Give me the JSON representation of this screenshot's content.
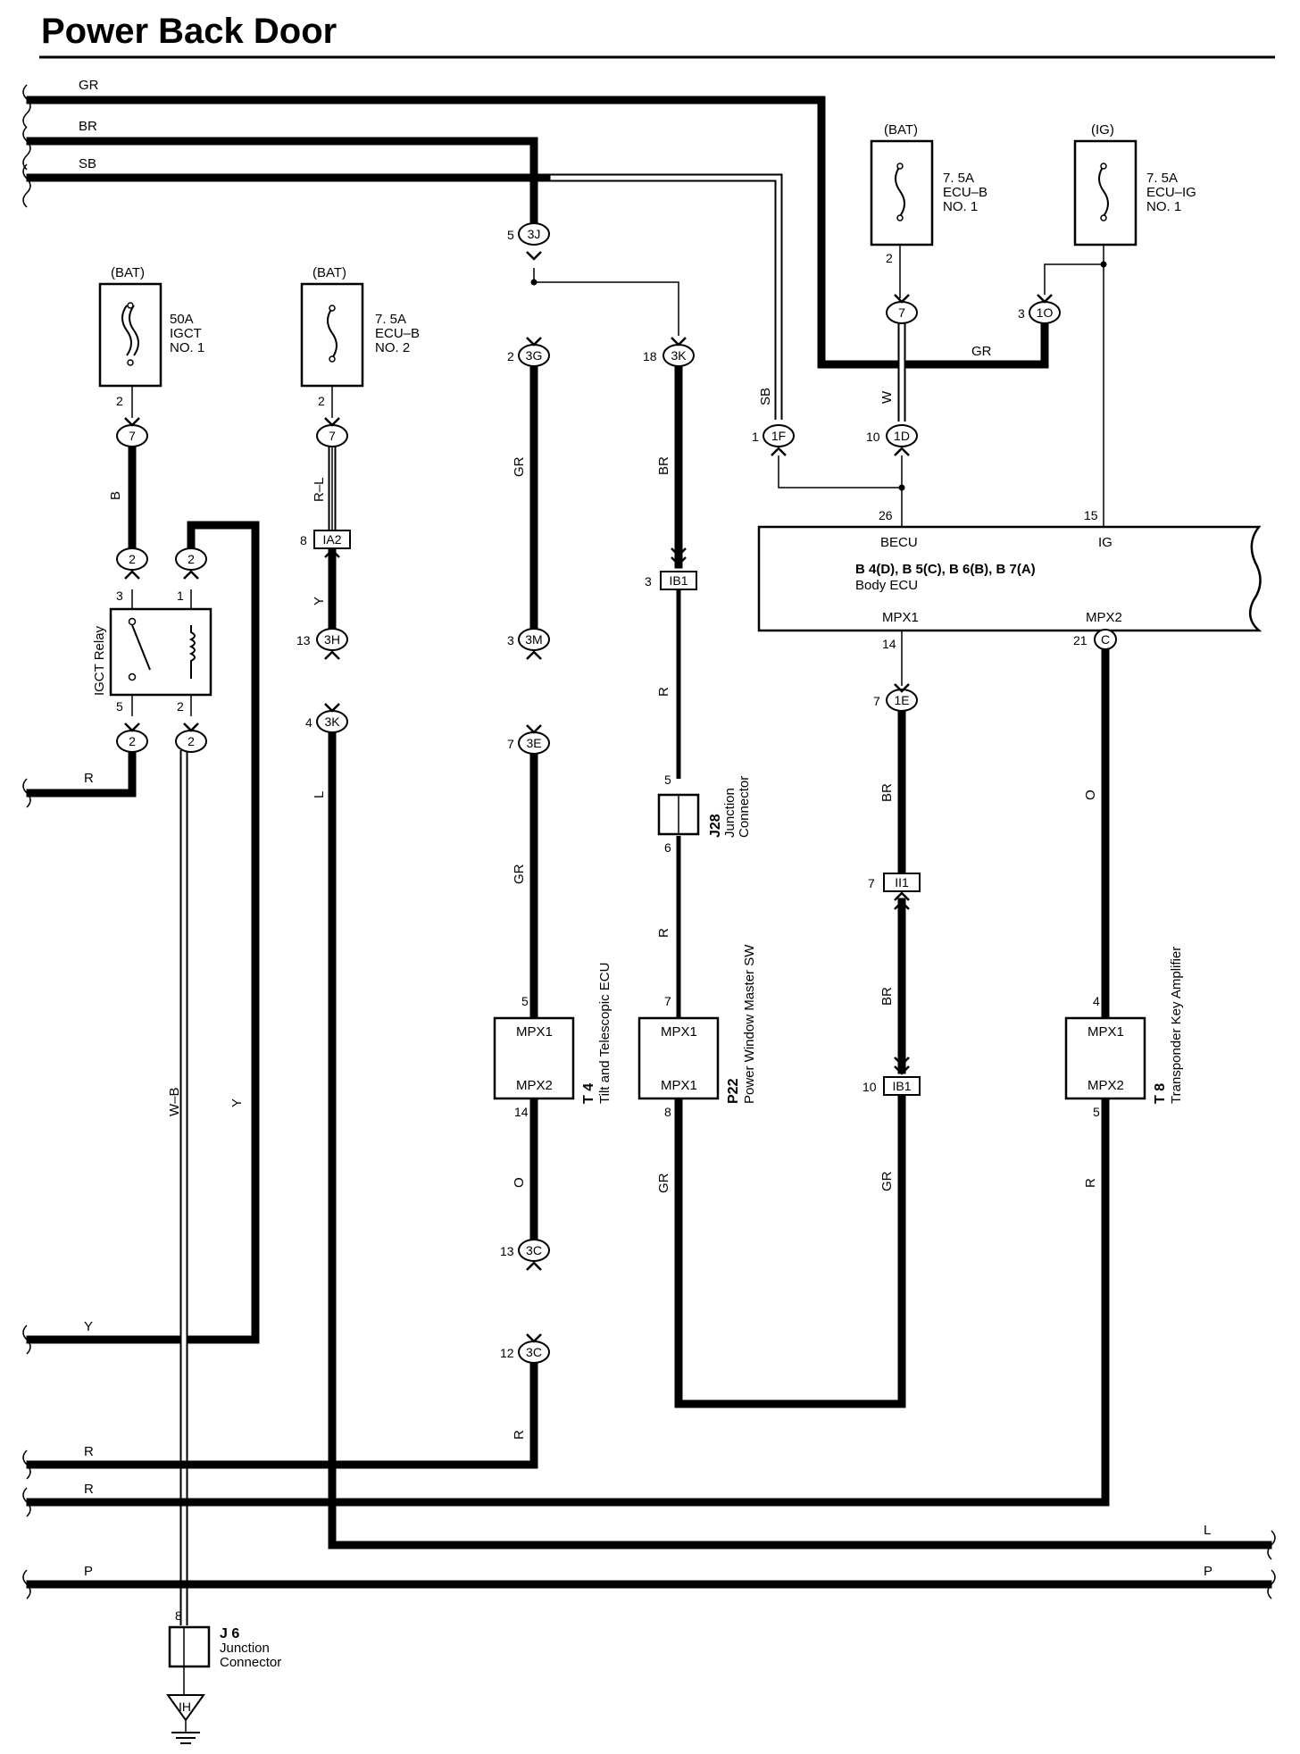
{
  "title": "Power Back Door",
  "wires": {
    "gr_top": "GR",
    "br_top": "BR",
    "sb_top": "SB",
    "b": "B",
    "r_left": "R",
    "wb": "W–B",
    "y_vert": "Y",
    "y_bottom": "Y",
    "rl": "R–L",
    "y_ia2": "Y",
    "l_vert": "L",
    "gr_3g": "GR",
    "gr_3e": "GR",
    "o_t4": "O",
    "r_t4": "R",
    "br_3k": "BR",
    "r_j28a": "R",
    "r_j28b": "R",
    "gr_p22": "GR",
    "sb_1f": "SB",
    "w_1d": "W",
    "gr_horiz": "GR",
    "br_1e": "BR",
    "br_ii1": "BR",
    "gr_ib1": "GR",
    "o_t8": "O",
    "r_t8": "R",
    "bot_r1": "R",
    "bot_r2": "R",
    "bot_l": "L",
    "bot_p": "P"
  },
  "fuses": {
    "igct": {
      "source": "(BAT)",
      "rating": "50A",
      "name1": "IGCT",
      "name2": "NO. 1"
    },
    "ecub2": {
      "source": "(BAT)",
      "rating": "7. 5A",
      "name1": "ECU–B",
      "name2": "NO. 2"
    },
    "ecub1": {
      "source": "(BAT)",
      "rating": "7. 5A",
      "name1": "ECU–B",
      "name2": "NO. 1"
    },
    "ecuig": {
      "source": "(IG)",
      "rating": "7. 5A",
      "name1": "ECU–IG",
      "name2": "NO. 1"
    }
  },
  "connectors": {
    "c7a": "7",
    "c2a": "2",
    "c2b": "2",
    "c2c": "2",
    "c2d": "2",
    "c7b": "7",
    "ia2": "IA2",
    "c3h": "3H",
    "c3k_left": "3K",
    "c3j": "3J",
    "c3g": "3G",
    "c3m": "3M",
    "c3e": "3E",
    "c3c_13": "3C",
    "c3c_12": "3C",
    "c3k": "3K",
    "ib1_top": "IB1",
    "c1f": "1F",
    "c7c": "7",
    "c1d": "1D",
    "c1o": "1O",
    "c1e": "1E",
    "ii1": "II1",
    "ib1_bottom": "IB1",
    "c_c": "C",
    "ih": "IH"
  },
  "pins": {
    "p2_igct": "2",
    "p3_relay": "3",
    "p1_relay": "1",
    "p5_relay": "5",
    "p2_relay": "2",
    "p2_ecub2": "2",
    "p8_ia2": "8",
    "p13_3h": "13",
    "p4_3k": "4",
    "p5_3j": "5",
    "p2_3g": "2",
    "p3_3m": "3",
    "p7_3e": "7",
    "p5_t4": "5",
    "p14_t4": "14",
    "p13_3c": "13",
    "p12_3c": "12",
    "p18_3k": "18",
    "p3_ib1": "3",
    "p5_j28": "5",
    "p6_j28": "6",
    "p7_p22": "7",
    "p8_p22": "8",
    "p1_1f": "1",
    "p2_ecub1": "2",
    "p10_1d": "10",
    "p3_1o": "3",
    "p26": "26",
    "p15": "15",
    "p14_mpx1": "14",
    "p21_mpx2": "21",
    "p7_1e": "7",
    "p7_ii1": "7",
    "p10_ib1": "10",
    "p4_t8": "4",
    "p5_t8": "5",
    "p8_j6": "8"
  },
  "components": {
    "relay": "IGCT Relay",
    "body_ecu": {
      "becu": "BECU",
      "ig": "IG",
      "mpx1": "MPX1",
      "mpx2": "MPX2",
      "code": "B 4(D), B 5(C), B 6(B), B 7(A)",
      "name": "Body ECU"
    },
    "t4": {
      "top": "MPX1",
      "bottom": "MPX2",
      "code": "T 4",
      "name": "Tilt and Telescopic ECU"
    },
    "p22": {
      "top": "MPX1",
      "bottom": "MPX1",
      "code": "P22",
      "name": "Power Window Master SW"
    },
    "t8": {
      "top": "MPX1",
      "bottom": "MPX2",
      "code": "T 8",
      "name": "Transponder Key Amplifier"
    },
    "j28": {
      "code": "J28",
      "name1": "Junction",
      "name2": "Connector"
    },
    "j6": {
      "code": "J 6",
      "name1": "Junction",
      "name2": "Connector"
    }
  }
}
